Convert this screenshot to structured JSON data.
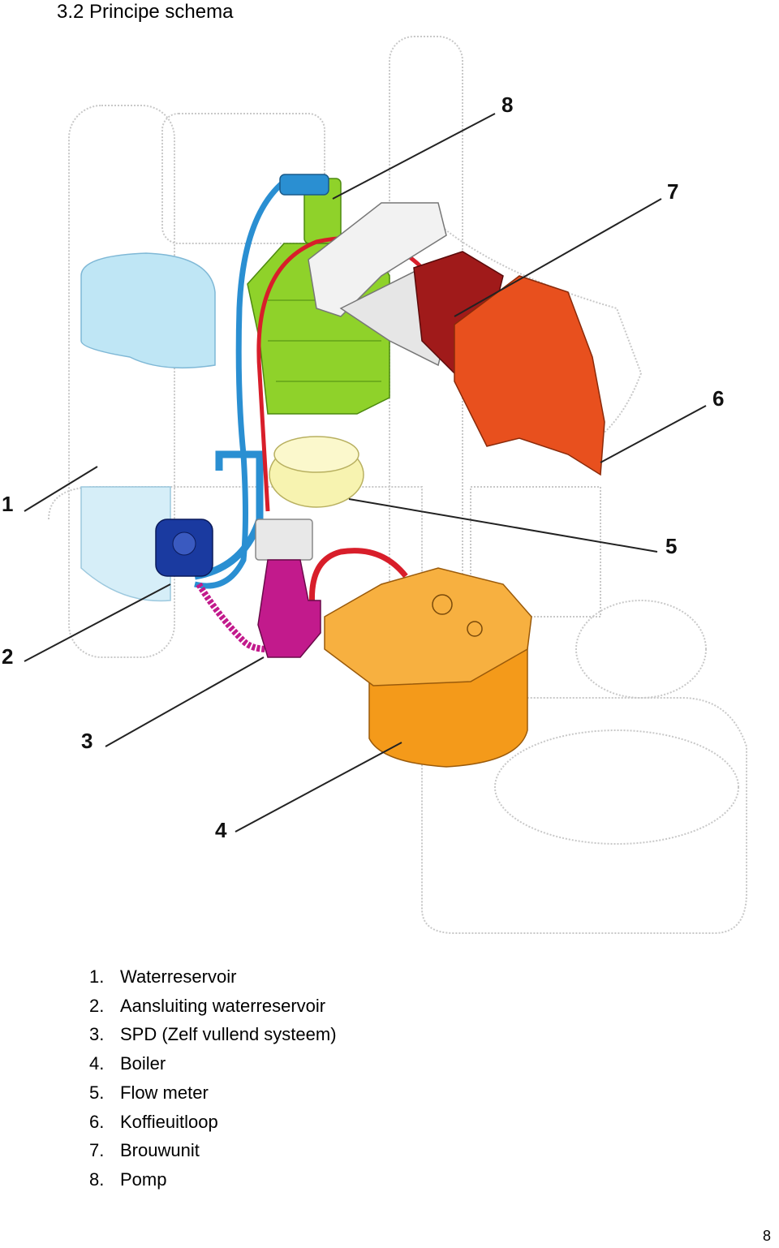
{
  "heading": "3.2 Principe schema",
  "callouts": [
    "1",
    "2",
    "3",
    "4",
    "5",
    "6",
    "7",
    "8"
  ],
  "legend": [
    {
      "num": "1.",
      "label": "Waterreservoir"
    },
    {
      "num": "2.",
      "label": "Aansluiting waterreservoir"
    },
    {
      "num": "3.",
      "label": "SPD (Zelf vullend systeem)"
    },
    {
      "num": "4.",
      "label": "Boiler"
    },
    {
      "num": "5.",
      "label": "Flow meter"
    },
    {
      "num": "6.",
      "label": "Koffieuitloop"
    },
    {
      "num": "7.",
      "label": "Brouwunit"
    },
    {
      "num": "8.",
      "label": "Pomp"
    }
  ],
  "page_number": "8",
  "colors": {
    "reservoir": "#bfe6f5",
    "connector": "#1a3aa0",
    "spd": "#c21a8c",
    "boiler": "#f49a1a",
    "flow_meter": "#f7f3b0",
    "spout": "#e8501e",
    "brew_unit": "#a01a1a",
    "pump": "#8fd22a",
    "water_hose": "#2a8fd2",
    "hot_hose": "#d81e2a"
  }
}
